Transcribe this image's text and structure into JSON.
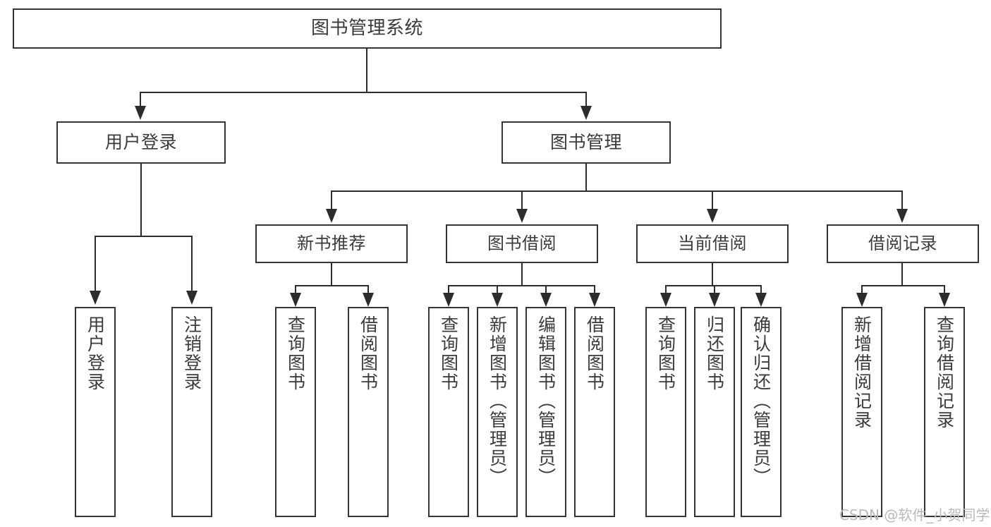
{
  "diagram": {
    "title": "图书管理系统",
    "type": "tree",
    "root": {
      "label": "图书管理系统"
    },
    "level1": [
      {
        "label": "用户登录"
      },
      {
        "label": "图书管理"
      }
    ],
    "level2": [
      {
        "label": "新书推荐"
      },
      {
        "label": "图书借阅"
      },
      {
        "label": "当前借阅"
      },
      {
        "label": "借阅记录"
      }
    ],
    "leaves": {
      "user_login": [
        {
          "label": "用户登录"
        },
        {
          "label": "注销登录"
        }
      ],
      "new_book_recommend": [
        {
          "label": "查询图书"
        },
        {
          "label": "借阅图书"
        }
      ],
      "book_borrow": [
        {
          "label": "查询图书"
        },
        {
          "label": "新增图书（管理员）"
        },
        {
          "label": "编辑图书（管理员）"
        },
        {
          "label": "借阅图书"
        }
      ],
      "current_borrow": [
        {
          "label": "查询图书"
        },
        {
          "label": "归还图书"
        },
        {
          "label": "确认归还（管理员）"
        }
      ],
      "borrow_record": [
        {
          "label": "新增借阅记录"
        },
        {
          "label": "查询借阅记录"
        }
      ]
    }
  },
  "watermark": {
    "text": "CSDN @软件_小贺同学"
  },
  "colors": {
    "border": "#343434",
    "connector": "#2c2c2c",
    "text": "#3b3b3b",
    "background": "#ffffff",
    "watermark": "#b9b9b9"
  }
}
